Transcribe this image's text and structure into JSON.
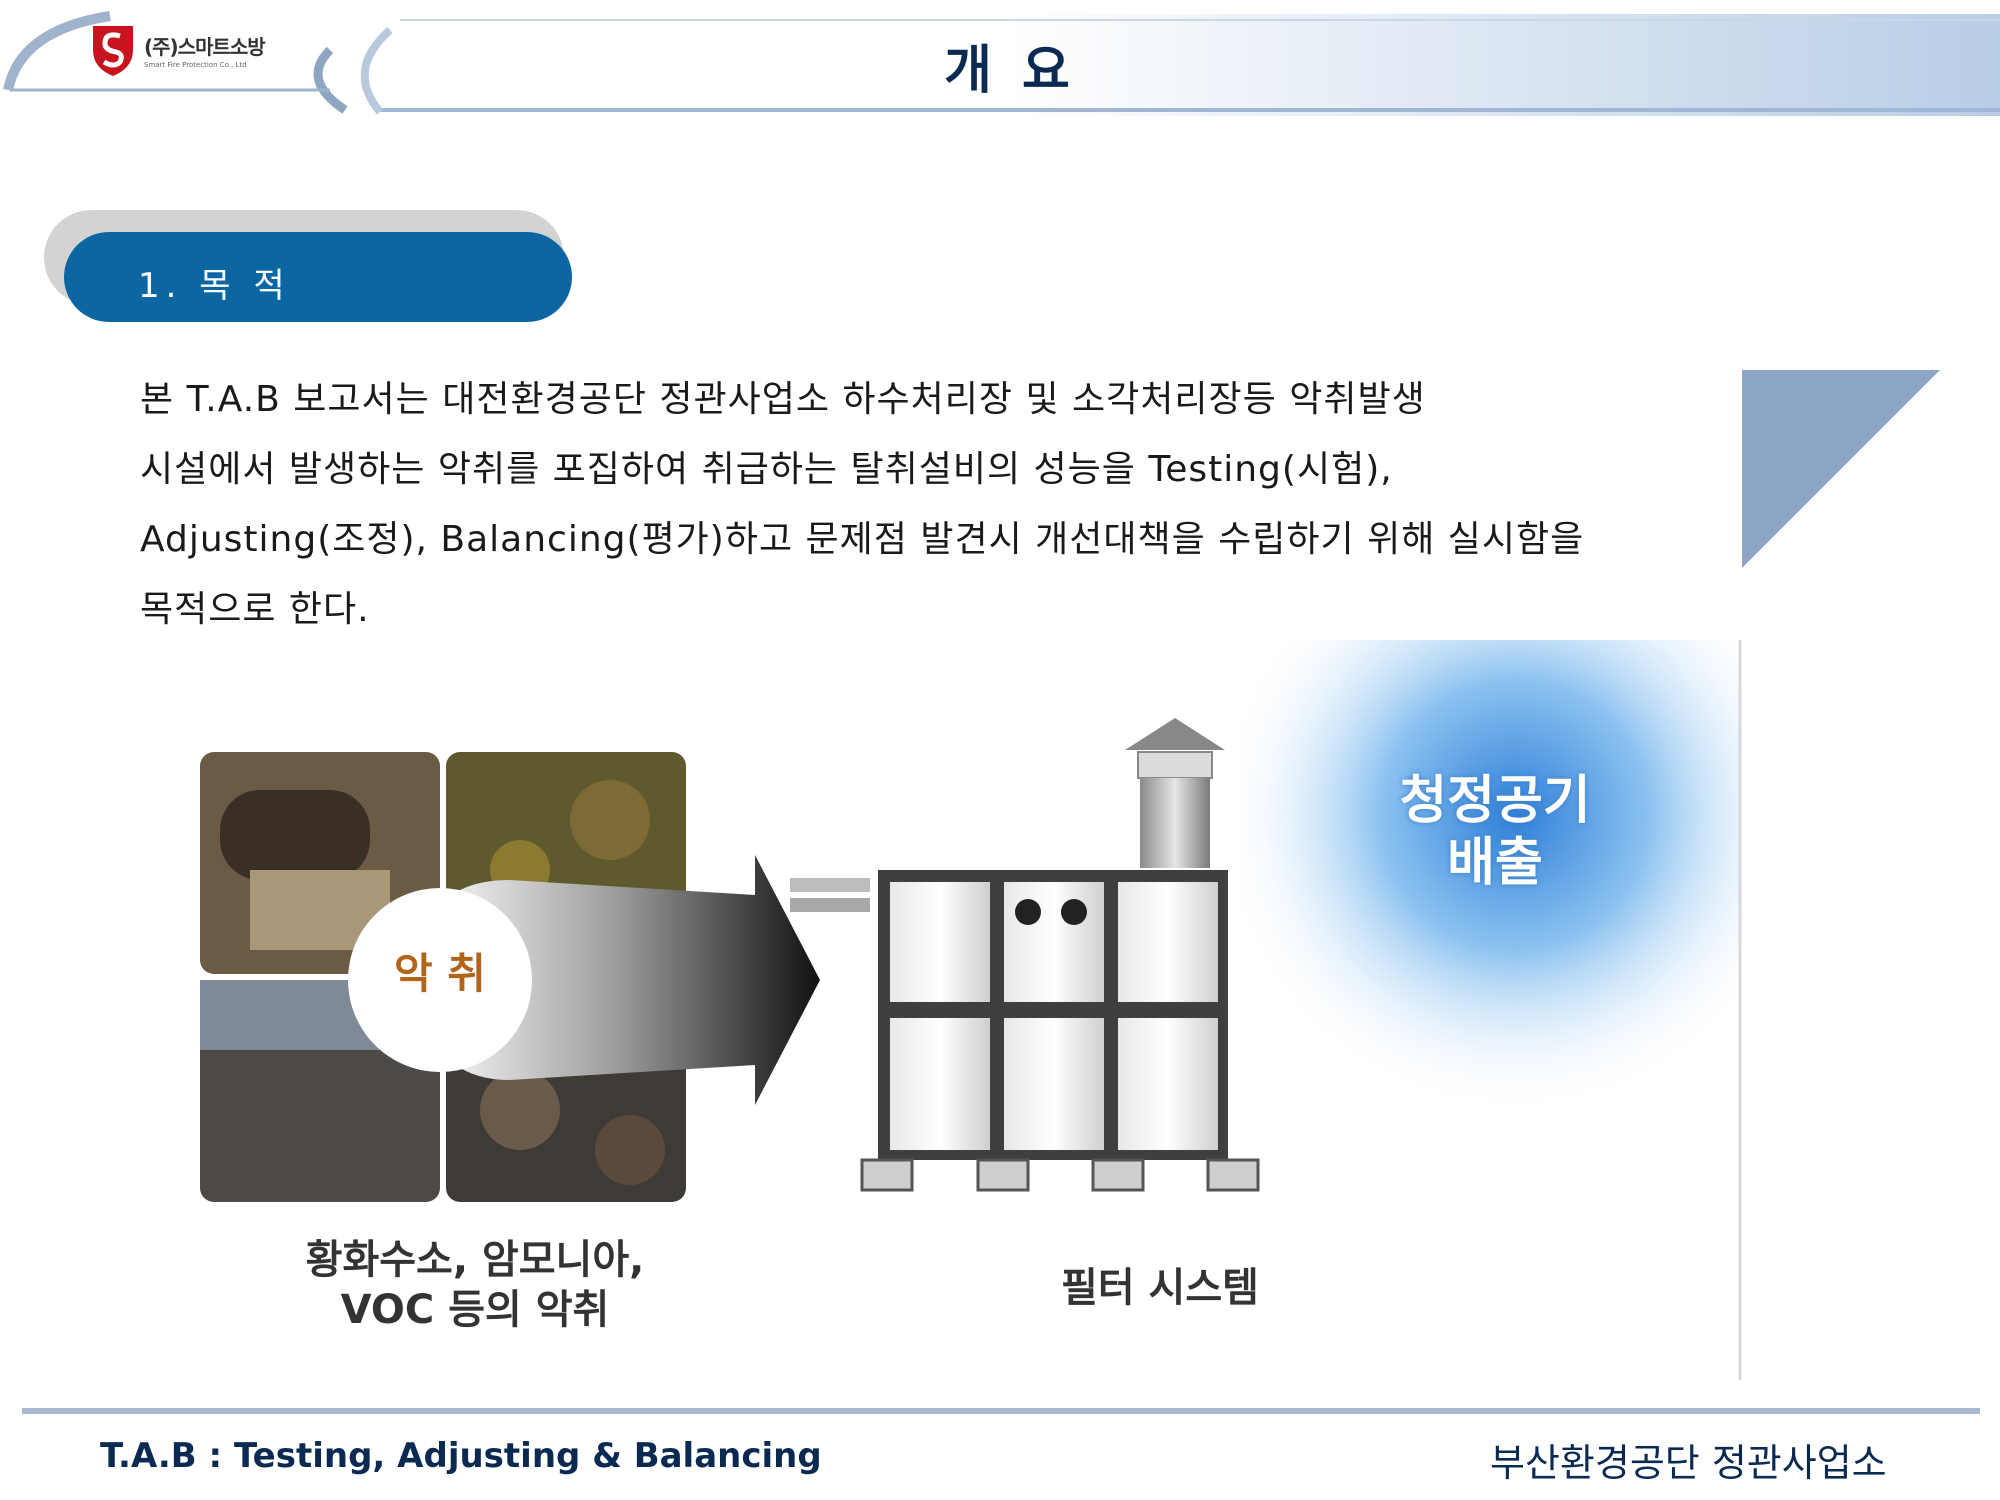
{
  "header": {
    "company_name": "(주)스마트소방",
    "company_sub": "Smart Fire Protection Co., Ltd",
    "title": "개 요"
  },
  "section": {
    "heading": "1. 목 적"
  },
  "purpose_lines": [
    "본 T.A.B 보고서는 대전환경공단 정관사업소 하수처리장 및 소각처리장등 악취발생",
    "시설에서 발생하는 악취를 포집하여 취급하는 탈취설비의 성능을 Testing(시험),",
    "Adjusting(조정), Balancing(평가)하고 문제점 발견시 개선대책을 수립하기 위해 실시함을",
    "목적으로 한다."
  ],
  "illustration": {
    "odor_circle": "악 취",
    "odor_label_line1": "황화수소, 암모니아,",
    "odor_label_line2": "VOC 등의 악취",
    "filter_label": "필터 시스템",
    "clean_air_line1": "청정공기",
    "clean_air_line2": "배출"
  },
  "footer": {
    "left": "T.A.B : Testing, Adjusting & Balancing",
    "right": "부산환경공단 정관사업소"
  },
  "colors": {
    "title_navy": "#0a2a52",
    "pill_blue": "#0b66a2",
    "triangle": "#8da6c8",
    "footer_line": "#a9b9d0"
  }
}
